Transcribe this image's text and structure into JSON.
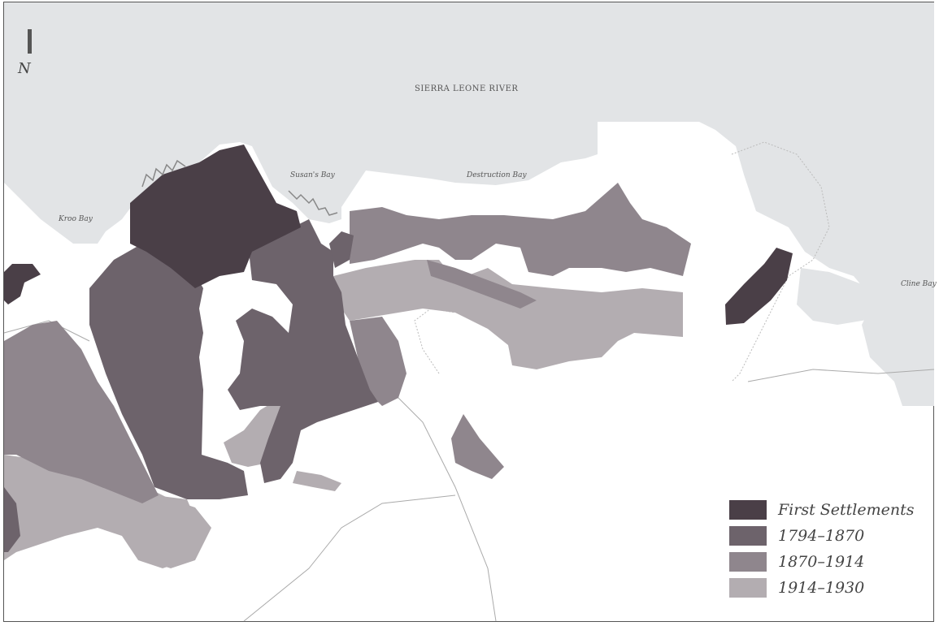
{
  "map": {
    "north_label": "N",
    "water_color": "#e2e4e6",
    "water_labels": {
      "river": "SIERRA LEONE RIVER",
      "kroo_bay": "Kroo Bay",
      "susans_bay": "Susan's Bay",
      "destruction_bay": "Destruction Bay",
      "cline_bay": "Cline Bay"
    }
  },
  "legend": {
    "items": [
      {
        "label": "First Settlements",
        "color": "#4a3f47"
      },
      {
        "label": "1794–1870",
        "color": "#6d636b"
      },
      {
        "label": "1870–1914",
        "color": "#8f868d"
      },
      {
        "label": "1914–1930",
        "color": "#b3adb1"
      }
    ]
  }
}
